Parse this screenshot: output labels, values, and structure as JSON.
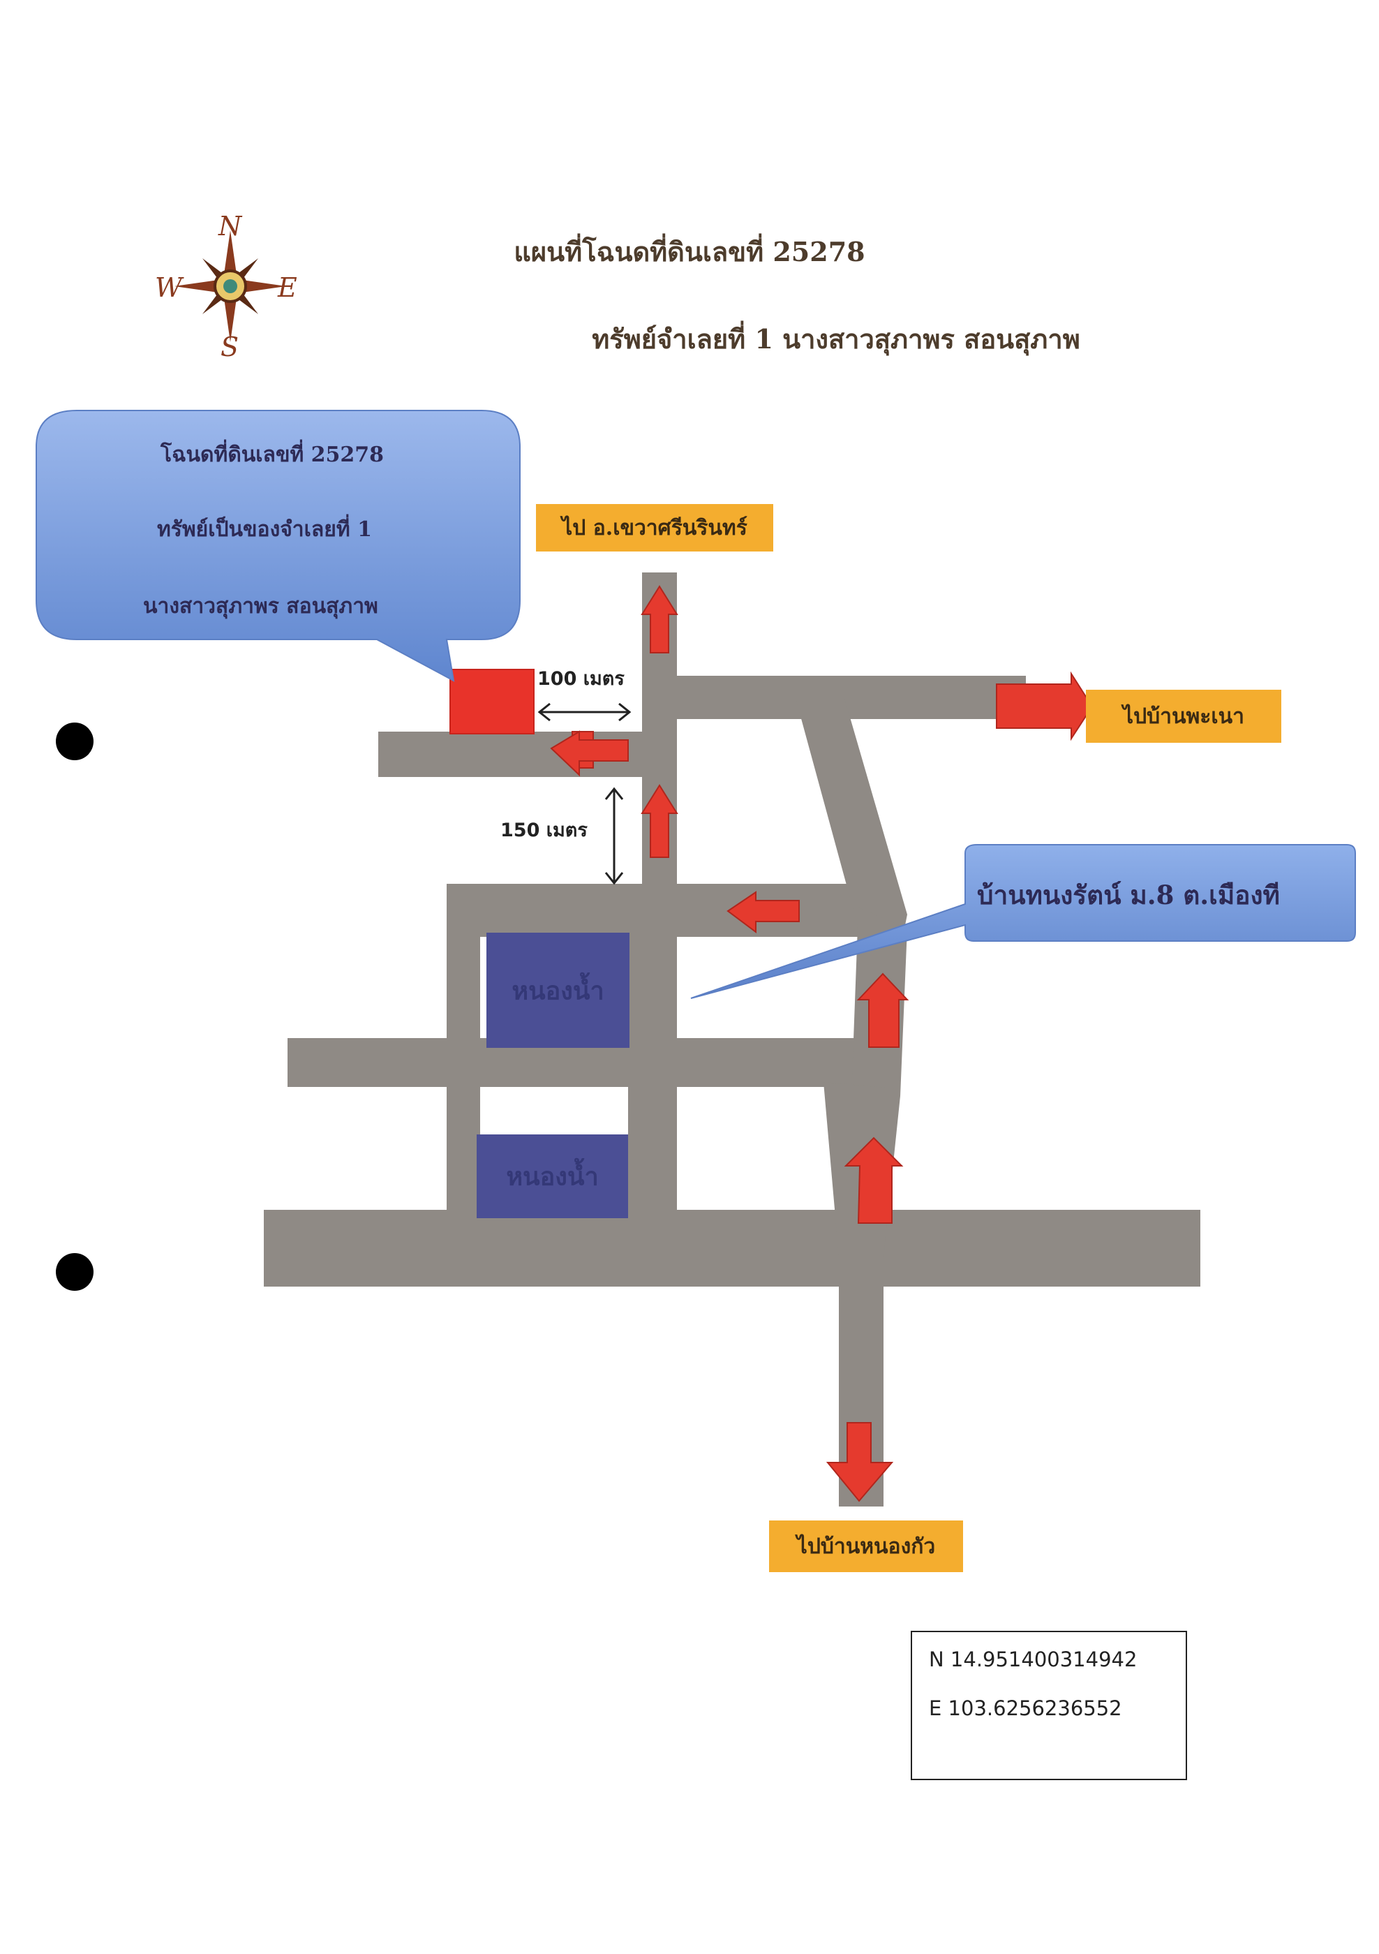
{
  "title": {
    "line1": "แผนที่โฉนดที่ดินเลขที่ 25278",
    "line2": "ทรัพย์จำเลยที่ 1  นางสาวสุภาพร  สอนสุภาพ"
  },
  "compass": {
    "n": "N",
    "e": "E",
    "s": "S",
    "w": "W"
  },
  "callout_plot": {
    "line1": "โฉนดที่ดินเลขที่ 25278",
    "line2": "ทรัพย์เป็นของจำเลยที่ 1",
    "line3": "นางสาวสุภาพร  สอนสุภาพ"
  },
  "callout_village": "บ้านทนงรัตน์ ม.8 ต.เมืองที",
  "destinations": {
    "north": "ไป อ.เขวาศรีนรินทร์",
    "east": "ไปบ้านพะเนา",
    "south": "ไปบ้านหนองกัว"
  },
  "distances": {
    "horizontal": "100 เมตร",
    "vertical": "150 เมตร"
  },
  "ponds": [
    "หนองน้ำ",
    "หนองน้ำ"
  ],
  "coordinates": {
    "n": "N  14.951400314942",
    "e": "E  103.6256236552"
  },
  "colors": {
    "road": "#8f8a85",
    "pond": "#4b4f95",
    "plot": "#e8332a",
    "arrow": "#e53a2e",
    "tag": "#f4ad2f",
    "callout": "#6f96d6"
  },
  "icons": [
    "compass-rose-icon",
    "arrow-up-icon",
    "arrow-down-icon",
    "arrow-left-icon",
    "arrow-right-icon",
    "double-arrow-icon"
  ]
}
